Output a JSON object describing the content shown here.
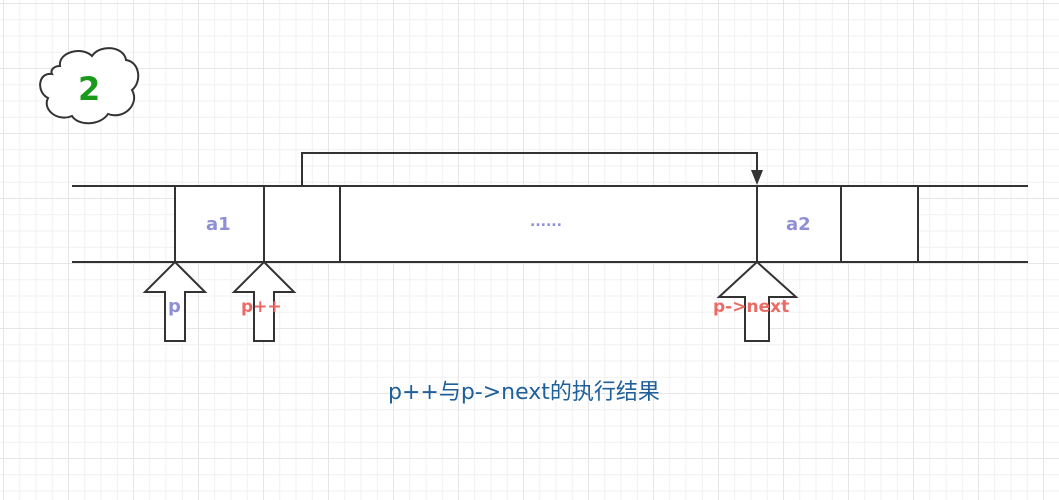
{
  "diagram": {
    "title_badge": "2",
    "cells": [
      {
        "label": "a1"
      },
      {
        "label": ""
      },
      {
        "label": "......"
      },
      {
        "label": "a2"
      },
      {
        "label": ""
      },
      {
        "label": ""
      }
    ],
    "pointers": {
      "p": "p",
      "p_inc": "p++",
      "p_next": "p->next"
    },
    "caption": "p++与p->next的执行结果",
    "colors": {
      "badge_text": "#1a9a1a",
      "cell_label": "#8f8fd6",
      "pointer_p": "#8f8fd6",
      "pointer_red": "#ea6b66",
      "caption": "#1f5f9a",
      "stroke": "#333333"
    }
  }
}
